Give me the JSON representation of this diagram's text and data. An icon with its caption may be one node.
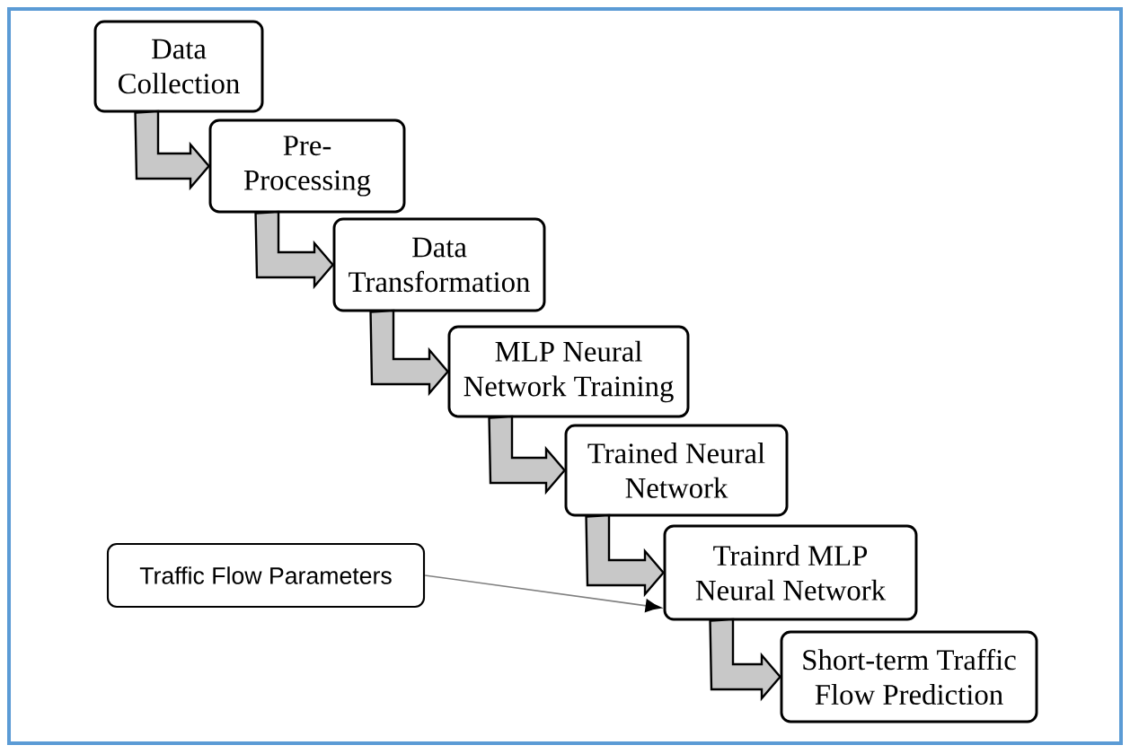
{
  "diagram": {
    "nodes": [
      {
        "text": [
          "Data Collection"
        ]
      },
      {
        "text": [
          "Pre-Processing"
        ]
      },
      {
        "text": [
          "Data Transformation"
        ]
      },
      {
        "text": [
          "MLP Neural Network Training"
        ]
      },
      {
        "text": [
          "Trained Neural Network"
        ]
      },
      {
        "text": [
          "Trainrd MLP Neural Network"
        ]
      },
      {
        "text": [
          "Short-term Traffic Flow Prediction"
        ]
      },
      {
        "text": [
          "Traffic Flow Parameters"
        ]
      }
    ],
    "edges": [
      {
        "from": 0,
        "to": 1,
        "arrow": "to",
        "style": "thick"
      },
      {
        "from": 1,
        "to": 2,
        "arrow": "to",
        "style": "thick"
      },
      {
        "from": 2,
        "to": 3,
        "arrow": "to",
        "style": "thick"
      },
      {
        "from": 3,
        "to": 4,
        "arrow": "to",
        "style": "thick"
      },
      {
        "from": 4,
        "to": 5,
        "arrow": "to",
        "style": "thick"
      },
      {
        "from": 5,
        "to": 6,
        "arrow": "to",
        "style": "thick"
      },
      {
        "from": 7,
        "to": 5,
        "arrow": "to",
        "color": "#808080"
      }
    ]
  }
}
